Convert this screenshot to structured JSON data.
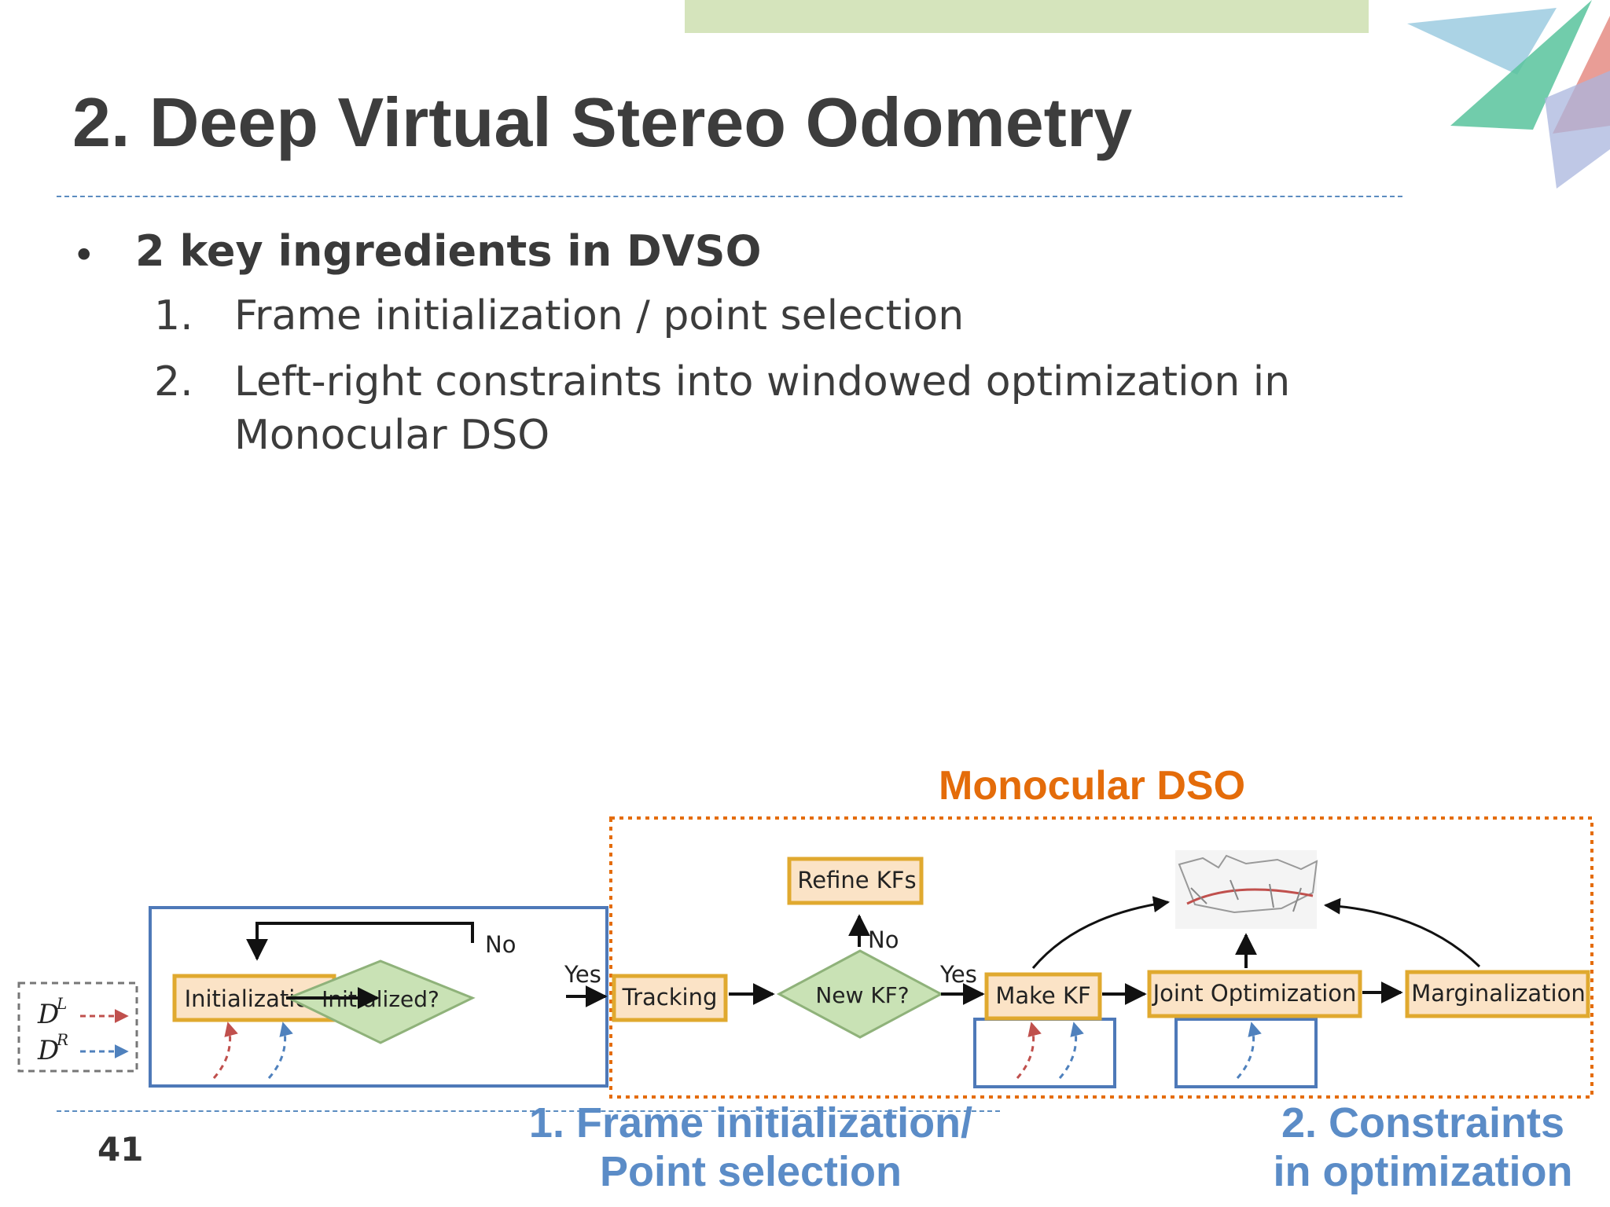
{
  "slide": {
    "title": "2. Deep Virtual Stereo Odometry",
    "bullet_symbol": "•",
    "bullet_heading": "2 key ingredients in DVSO",
    "items": [
      {
        "num": "1.",
        "text": "Frame initialization / point selection"
      },
      {
        "num": "2.",
        "text": "Left-right constraints into windowed optimization in"
      },
      {
        "num": "",
        "text": "Monocular DSO"
      }
    ],
    "page_number": "41"
  },
  "diagram": {
    "mono_label": "Monocular DSO",
    "input_left": "D",
    "input_left_sup": "L",
    "input_right": "D",
    "input_right_sup": "R",
    "boxes": {
      "initialization": "Initialization",
      "tracking": "Tracking",
      "refine": "Refine KFs",
      "make_kf": "Make KF",
      "joint_opt": "Joint Optimization",
      "marginalization": "Marginalization"
    },
    "decisions": {
      "initialized": "Initialized?",
      "new_kf": "New KF?"
    },
    "edge_labels": {
      "no_loop": "No",
      "yes_init": "Yes",
      "no_refine": "No",
      "yes_kf": "Yes"
    },
    "caption1_line1": "1. Frame initialization/",
    "caption1_line2": "Point selection",
    "caption2_line1": "2. Constraints",
    "caption2_line2": "in optimization"
  },
  "colors": {
    "box_fill": "#fbe3c6",
    "box_stroke": "#e0a92f",
    "diamond_fill": "#c9e2b5",
    "diamond_stroke": "#8fb27a",
    "blue": "#4e79b8",
    "orange": "#e46c0a",
    "caption_blue": "#5b8cc7"
  }
}
